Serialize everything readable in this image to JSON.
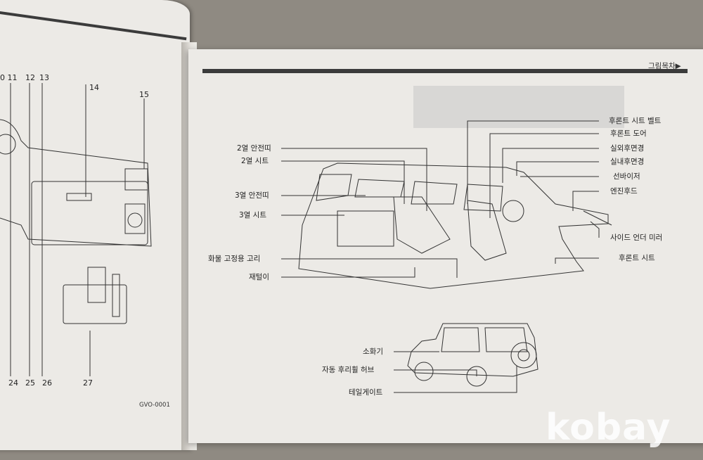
{
  "header": {
    "nav": "그림목차▶"
  },
  "left_page": {
    "numbers_top": [
      "0 11",
      "12",
      "13",
      "14",
      "15"
    ],
    "numbers_bottom": [
      "24",
      "25",
      "26",
      "27"
    ],
    "code": "GVO-0001"
  },
  "right_page": {
    "left_labels": [
      "2열 안전띠",
      "2열 시트",
      "3열 안전띠",
      "3열 시트",
      "화물 고정용 고리",
      "재털이"
    ],
    "right_labels": [
      "후론트 시트 벨트",
      "후론트 도어",
      "실외후면경",
      "실내후면경",
      "선바이저",
      "엔진후드",
      "사이드 언더 미러",
      "후론트 시트"
    ],
    "bottom_labels": [
      "소화기",
      "자동 후리휠 허브",
      "테일게이트"
    ]
  },
  "watermark": "kobay"
}
